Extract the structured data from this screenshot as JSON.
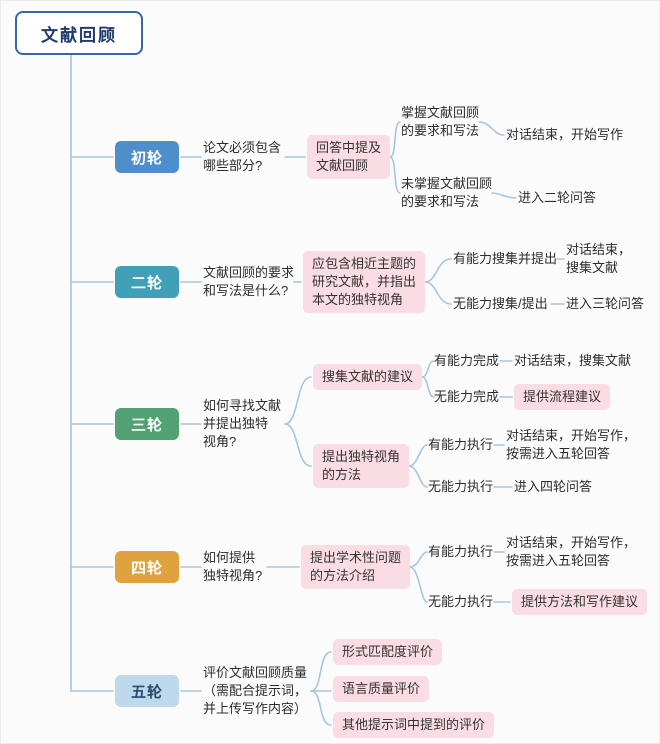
{
  "root": {
    "title": "文献回顾"
  },
  "palette": {
    "round1": "#4e8fcb",
    "round2": "#3fa0b8",
    "round3": "#51a173",
    "round4": "#e0a23e",
    "round5_bg": "#bfd9ec",
    "round5_text": "#27496d",
    "highlight_pink": "#fadce4",
    "connector_blue": "#a6c6e1",
    "root_border": "#3a66a7",
    "root_text": "#1e3a6e"
  },
  "rounds": [
    {
      "label": "初轮",
      "question": "论文必须包含\n哪些部分?",
      "answer": "回答中提及\n文献回顾",
      "outcomes": [
        {
          "condition": "掌握文献回顾\n的要求和写法",
          "result": "对话结束，开始写作"
        },
        {
          "condition": "未掌握文献回顾\n的要求和写法",
          "result": "进入二轮问答"
        }
      ]
    },
    {
      "label": "二轮",
      "question": "文献回顾的要求\n和写法是什么?",
      "answer": "应包含相近主题的\n研究文献，并指出\n本文的独特视角",
      "outcomes": [
        {
          "condition": "有能力搜集并提出",
          "result": "对话结束，\n搜集文献"
        },
        {
          "condition": "无能力搜集/提出",
          "result": "进入三轮问答"
        }
      ]
    },
    {
      "label": "三轮",
      "question": "如何寻找文献\n并提出独特\n视角?",
      "topics": [
        {
          "answer": "搜集文献的建议",
          "outcomes": [
            {
              "condition": "有能力完成",
              "result": "对话结束，搜集文献"
            },
            {
              "condition": "无能力完成",
              "result": "提供流程建议"
            }
          ]
        },
        {
          "answer": "提出独特视角\n的方法",
          "outcomes": [
            {
              "condition": "有能力执行",
              "result": "对话结束，开始写作，\n按需进入五轮回答"
            },
            {
              "condition": "无能力执行",
              "result": "进入四轮问答"
            }
          ]
        }
      ]
    },
    {
      "label": "四轮",
      "question": "如何提供\n独特视角?",
      "answer": "提出学术性问题\n的方法介绍",
      "outcomes": [
        {
          "condition": "有能力执行",
          "result": "对话结束，开始写作，\n按需进入五轮回答"
        },
        {
          "condition": "无能力执行",
          "result": "提供方法和写作建议"
        }
      ]
    },
    {
      "label": "五轮",
      "question": "评价文献回顾质量\n（需配合提示词，\n并上传写作内容）",
      "evaluations": [
        "形式匹配度评价",
        "语言质量评价",
        "其他提示词中提到的评价"
      ]
    }
  ]
}
